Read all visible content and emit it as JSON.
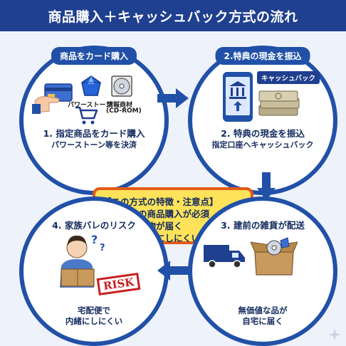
{
  "header": {
    "title": "商品購入＋キャッシュバック方式の流れ"
  },
  "step1": {
    "pill": "商品をカード購入",
    "label_stone": "パワーストーン",
    "label_media": "情報商材",
    "label_media2": "(CD-ROM)",
    "caption_title": "1. 指定商品をカード購入",
    "caption_sub": "パワーストーン等を決済"
  },
  "step2": {
    "pill": "2.特典の現金を振込",
    "tag": "キャッシュバック",
    "caption_title": "2. 特典の現金を振込",
    "caption_sub": "指定口座へキャッシュバック"
  },
  "step3": {
    "caption_title": "3. 建前の雑貨が配送",
    "caption_sub1": "無価値な品が",
    "caption_sub2": "自宅に届く"
  },
  "step4": {
    "caption_title": "4. 家族バレのリスク",
    "stamp": "RISK",
    "caption_sub1": "宅配便で",
    "caption_sub2": "内緒にしにくい"
  },
  "notice": {
    "title": "【この方式の特徴・注意点】",
    "items": [
      "・建前上の商品購入が必須",
      "・実際に荷物が届く",
      "・家族に内緒にしにくい"
    ]
  },
  "colors": {
    "navy": "#1f3f8f",
    "blue": "#2150a8",
    "yellow": "#fde25a",
    "orange": "#e35a18",
    "red": "#c81e1e"
  }
}
